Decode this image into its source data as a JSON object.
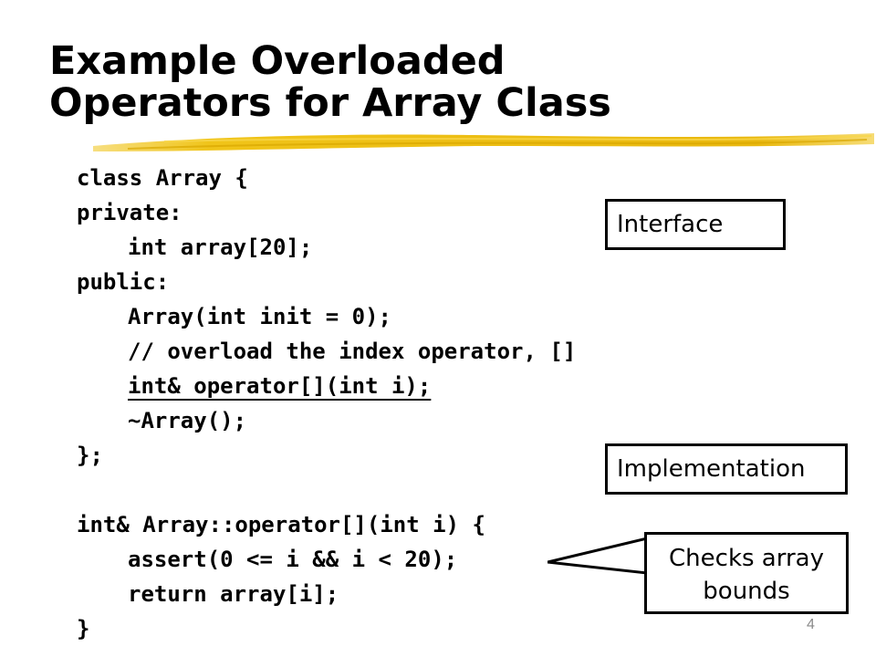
{
  "title": {
    "line1": "Example Overloaded",
    "line2": "Operators for Array Class"
  },
  "code": {
    "lines": [
      "class Array {",
      "private:",
      "int array[20];",
      "public:",
      "Array(int init = 0);",
      "// overload the index operator, []",
      "int& operator[](int i);",
      "~Array();",
      "};",
      "",
      "int& Array::operator[](int i) {",
      "assert(0 <= i && i < 20);",
      "return array[i];",
      "}"
    ]
  },
  "labels": {
    "interface": "Interface",
    "implementation": "Implementation",
    "callout_line1": "Checks array",
    "callout_line2": "bounds"
  },
  "page_number": "4",
  "colors": {
    "brush": "#f0c419",
    "text": "#000000",
    "page_number": "#8a8a8a"
  }
}
